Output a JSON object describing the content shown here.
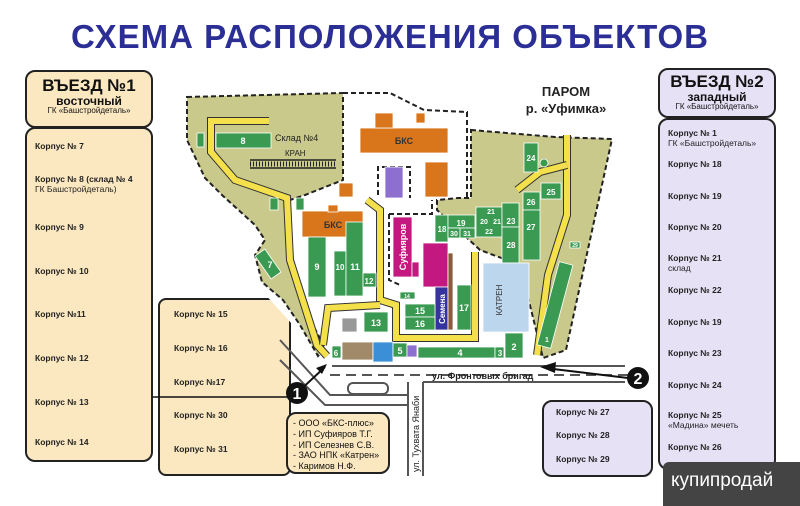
{
  "title": "СХЕМА РАСПОЛОЖЕНИЯ ОБЪЕКТОВ",
  "entry1": {
    "title": "ВЪЕЗД №1",
    "subtitle": "восточный",
    "company": "ГК «Башстройдеталь»",
    "items": [
      {
        "label": "Корпус № 7"
      },
      {
        "label": "Корпус № 8 (склад № 4",
        "sub": "ГК Башстройдеталь)"
      },
      {
        "label": "Корпус № 9"
      },
      {
        "label": "Корпус № 10"
      },
      {
        "label": "Корпус №11"
      },
      {
        "label": "Корпус № 12"
      },
      {
        "label": "Корпус № 13"
      },
      {
        "label": "Корпус № 14"
      }
    ]
  },
  "entry2": {
    "title": "ВЪЕЗД №2",
    "subtitle": "западный",
    "company": "ГК «Башстройдеталь»",
    "items": [
      {
        "label": "Корпус № 1",
        "sub": "ГК «Башстройдеталь»"
      },
      {
        "label": "Корпус № 18"
      },
      {
        "label": "Корпус № 19"
      },
      {
        "label": "Корпус № 20"
      },
      {
        "label": "Корпус № 21",
        "sub": "склад"
      },
      {
        "label": "Корпус № 22"
      },
      {
        "label": "Корпус № 19"
      },
      {
        "label": "Корпус № 23"
      },
      {
        "label": "Корпус № 24"
      },
      {
        "label": "Корпус № 25",
        "sub": "«Мадина» мечеть"
      },
      {
        "label": "Корпус № 26"
      }
    ]
  },
  "middle_list": [
    "Корпус № 15",
    "Корпус № 16",
    "Корпус №17",
    "Корпус № 30",
    "Корпус № 31"
  ],
  "companies": [
    "- ООО «БКС-плюс»",
    "- ИП Суфияров Т.Г.",
    "- ИП Селезнев С.В.",
    "- ЗАО НПК «Катрен»",
    "- Каримов Н.Ф."
  ],
  "south_list": [
    "Корпус № 27",
    "Корпус № 28",
    "Корпус № 29"
  ],
  "map": {
    "ferry": "ПАРОМ",
    "river": "р. «Уфимка»",
    "warehouse": "Склад №4",
    "crane": "КРАН",
    "street1": "ул. Фронтовых бригад",
    "street2": "ул. Тухвата Янаби",
    "marker1": "1",
    "marker2": "2",
    "buildings": {
      "b1": "1",
      "b2": "2",
      "b3": "3",
      "b4": "4",
      "b5": "5",
      "b6": "6",
      "b7": "7",
      "b8": "8",
      "b9": "9",
      "b10": "10",
      "b11": "11",
      "b12": "12",
      "b13": "13",
      "b14": "14",
      "b15": "15",
      "b16": "16",
      "b17": "17",
      "b18": "18",
      "b19": "19",
      "b20": "20",
      "b21": "21",
      "b21b": "21",
      "b22": "22",
      "b23": "23",
      "b24": "24",
      "b25": "25",
      "b26": "26",
      "b27": "27",
      "b28": "28",
      "b29": "29",
      "b30": "30",
      "b31": "31",
      "bks1": "БКС",
      "bks2": "БКС",
      "sufiyarov": "Суфияров",
      "semena": "Семена",
      "katren": "КАТРЕН"
    }
  },
  "colors": {
    "title": "#2b2f95",
    "building": "#3a9a52",
    "bks": "#d9761c",
    "magenta": "#c2187f",
    "semena": "#34349c",
    "katren": "#bcd6ee",
    "road": "#f3e04a",
    "land": "#c9c98c"
  },
  "watermark": "купипродай"
}
